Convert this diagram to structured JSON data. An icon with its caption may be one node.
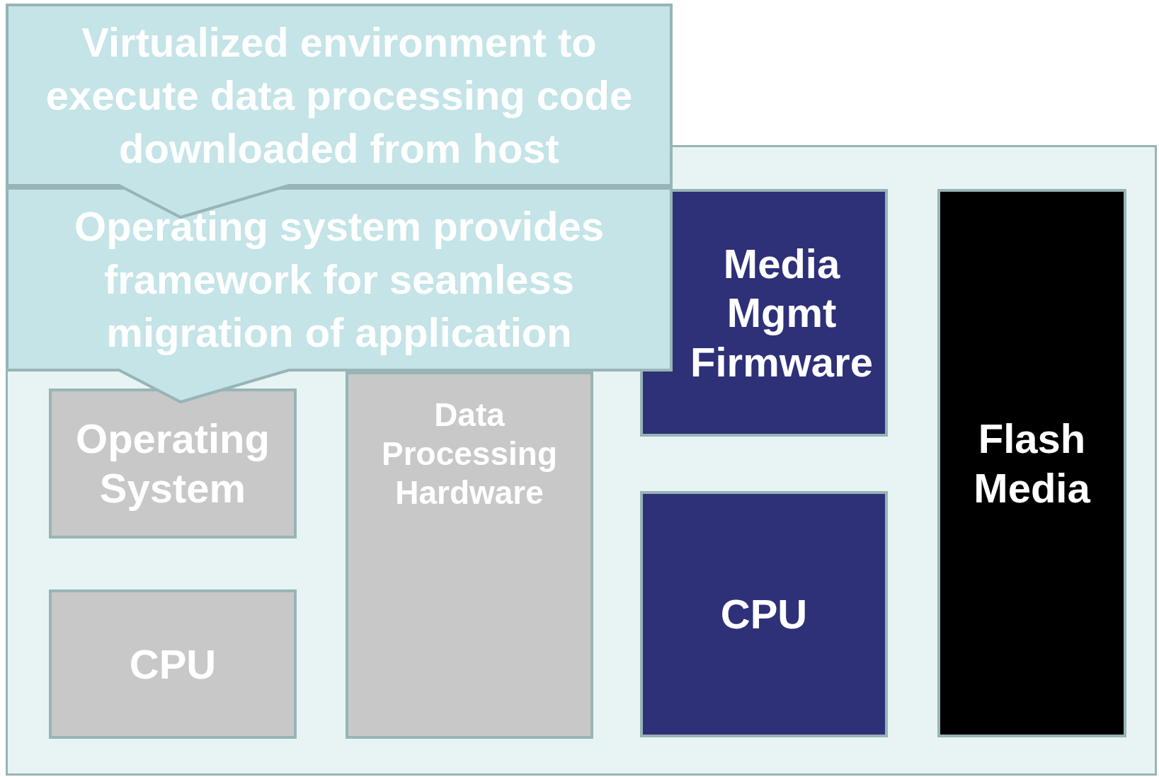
{
  "diagram": {
    "nodes": [
      {
        "text": [
          "Virtualized environment to execute data processing code downloaded from host"
        ]
      },
      {
        "text": [
          "Operating system provides framework for seamless migration of application"
        ],
        "in": 2
      },
      {
        "text": [],
        "shape": "box"
      },
      {
        "text": [
          "Operating System"
        ],
        "in": 2
      },
      {
        "text": [
          "Data Processing Hardware"
        ],
        "in": 2
      },
      {
        "text": [
          "Media Mgmt Firmware"
        ],
        "in": 2
      },
      {
        "text": [
          "Flash Media"
        ],
        "in": 2
      },
      {
        "text": [
          "CPU"
        ],
        "in": 2
      },
      {
        "text": [
          "CPU"
        ],
        "in": 2
      }
    ]
  }
}
